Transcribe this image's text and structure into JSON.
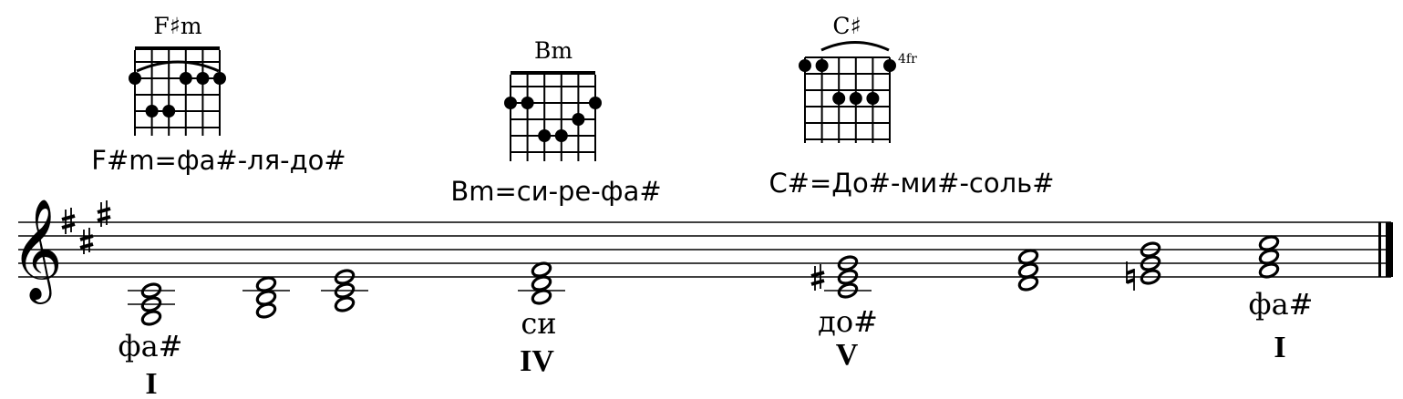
{
  "key_signature": "F# minor (3 sharps)",
  "chord_diagrams": [
    {
      "id": "fsm",
      "name": "F♯m",
      "formula": "F#m=фа#-ля-до#",
      "barre": true,
      "fret_label": ""
    },
    {
      "id": "bm",
      "name": "Bm",
      "formula": "Bm=си-ре-фа#",
      "barre": false,
      "fret_label": ""
    },
    {
      "id": "cs",
      "name": "C♯",
      "formula": "C#=До#-ми#-соль#",
      "barre": true,
      "fret_label": "4fr"
    }
  ],
  "staff_annotations": [
    {
      "id": "chord1",
      "note_name": "фа#",
      "degree": "I"
    },
    {
      "id": "chord4",
      "note_name": "си",
      "degree": "IV"
    },
    {
      "id": "chord5",
      "note_name": "до#",
      "degree": "V"
    },
    {
      "id": "chord8",
      "note_name": "фа#",
      "degree": "I"
    }
  ],
  "icons": {
    "clef": "treble-clef-icon",
    "sharp": "sharp-icon",
    "natural": "natural-icon",
    "final_barline": "final-barline-icon"
  }
}
